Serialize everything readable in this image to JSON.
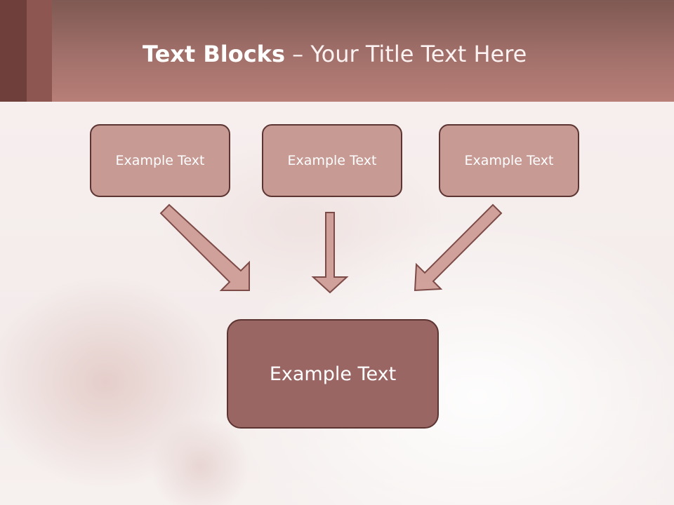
{
  "title": {
    "bold": "Text Blocks",
    "dash": " – ",
    "rest": "Your Title Text Here"
  },
  "boxes": {
    "top_left": "Example Text",
    "top_middle": "Example Text",
    "top_right": "Example Text",
    "bottom": "Example Text"
  },
  "colors": {
    "header": "#a2706a",
    "small_box": "#c79a94",
    "big_box": "#9a6664",
    "border": "#5c3431",
    "arrow_fill": "#c9938c"
  }
}
